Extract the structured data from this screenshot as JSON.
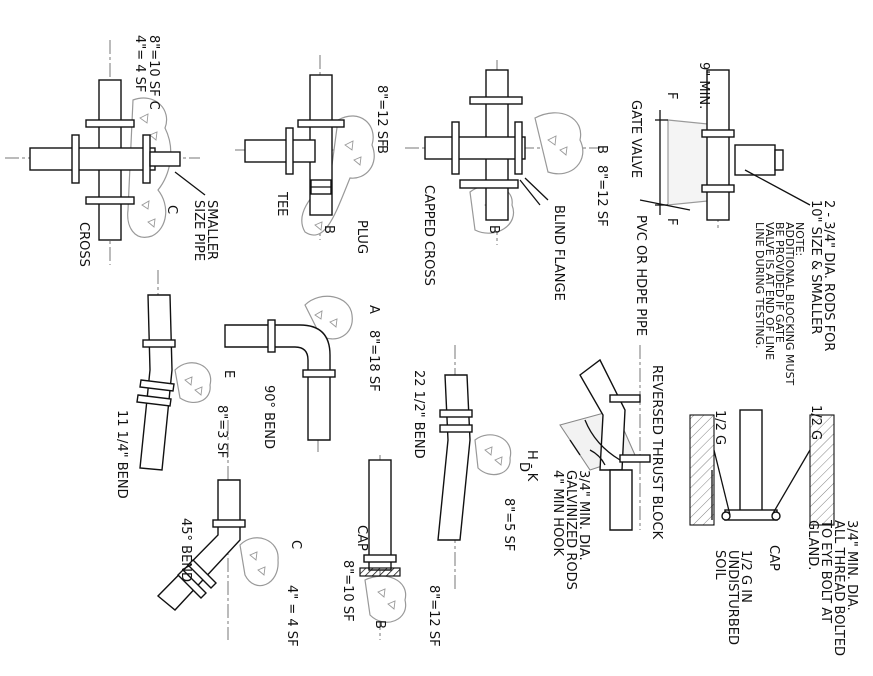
{
  "labels": {
    "cross": "CROSS",
    "cross_sf_8": "8\"=10 SF C",
    "cross_sf_4": "4\"= 4 SF",
    "smaller_pipe_1": "SMALLER",
    "smaller_pipe_2": "SIZE PIPE",
    "tee": "TEE",
    "tee_sf": "8\"=12 SF",
    "plug": "PLUG",
    "capped_cross": "CAPPED CROSS",
    "capped_cross_sf": "8\"=12 SF",
    "blind_flange": "BLIND FLANGE",
    "gate_valve": "GATE VALVE",
    "nine_min": "9\" MIN.",
    "f_top": "F",
    "f_bottom": "F",
    "pvc_hdpe": "PVC OR HDPE PIPE",
    "rods_1": "2 - 3/4\" DIA. RODS FOR",
    "rods_2": "10\" SIZE & SMALLER",
    "note_title": "NOTE:",
    "note_1": "ADDITIONAL BLOCKING MUST",
    "note_2": "BE PROVIDED IF GATE",
    "note_3": "VALVE IS AT END OF LINE",
    "note_4": "LINE DURING TESTING.",
    "bend90": "90° BEND",
    "bend90_letter": "A",
    "bend90_sf": "8\"=18 SF",
    "bend1125": "11 1/4\" BEND",
    "bend1125_letter": "E",
    "bend1125_sf": "8\"=3 SF",
    "bend45": "45° BEND",
    "bend45_letter": "C",
    "bend45_sf": "4\" = 4 SF",
    "bend225": "22 1/2\" BEND",
    "bend225_letter": "D",
    "bend225_sf": "8\"=5 SF",
    "cap": "CAP",
    "cap_sf": "8\"=10 SF",
    "cap_letter": "B",
    "cap_sf2": "8\"=12 SF",
    "reversed": "REVERSED THRUST BLOCK",
    "hk": "H - K",
    "galv_1": "3/4\" MIN. DIA.",
    "galv_2": "GALVINIZED RODS",
    "galv_3": "4\" MIN HOOK",
    "half_g_1": "1/2 G",
    "half_g_2": "1/2 G",
    "half_g_in_1": "1/2 G IN",
    "half_g_in_2": "UNDISTURBED",
    "half_g_in_3": "SOIL",
    "cap2": "CAP",
    "thread_1": "3/4\" MIN. DIA.",
    "thread_2": "ALL THREAD BOLTED",
    "thread_3": "TO EYE BOLT AT",
    "thread_4": "GLAND.",
    "b_letter": "B",
    "c_letter": "C"
  }
}
